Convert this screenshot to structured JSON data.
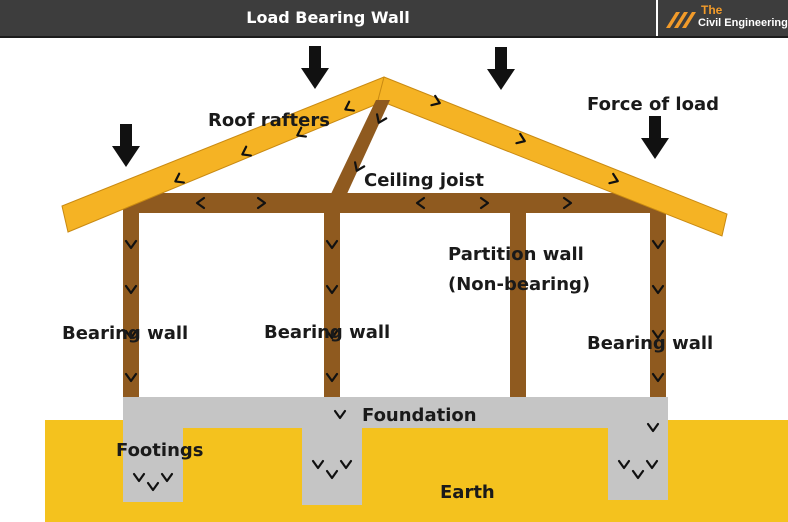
{
  "header": {
    "title": "Load Bearing Wall",
    "brand_line1": "The",
    "brand_line2": "Civil Engineering"
  },
  "labels": {
    "roof_rafters": "Roof rafters",
    "force_of_load": "Force of load",
    "ceiling_joist": "Ceiling joist",
    "partition_wall_line1": "Partition wall",
    "partition_wall_line2": "(Non-bearing)",
    "bearing_wall_1": "Bearing wall",
    "bearing_wall_2": "Bearing wall",
    "bearing_wall_3": "Bearing wall",
    "foundation": "Foundation",
    "footings": "Footings",
    "earth": "Earth"
  },
  "colors": {
    "header": "#3d3d3d",
    "brand_accent": "#f29b2a",
    "rafter": "#f5b324",
    "rafter_edge": "#c98a12",
    "timber": "#8f5a1f",
    "foundation": "#c5c5c5",
    "earth": "#f4c21e",
    "arrow": "#111111"
  }
}
